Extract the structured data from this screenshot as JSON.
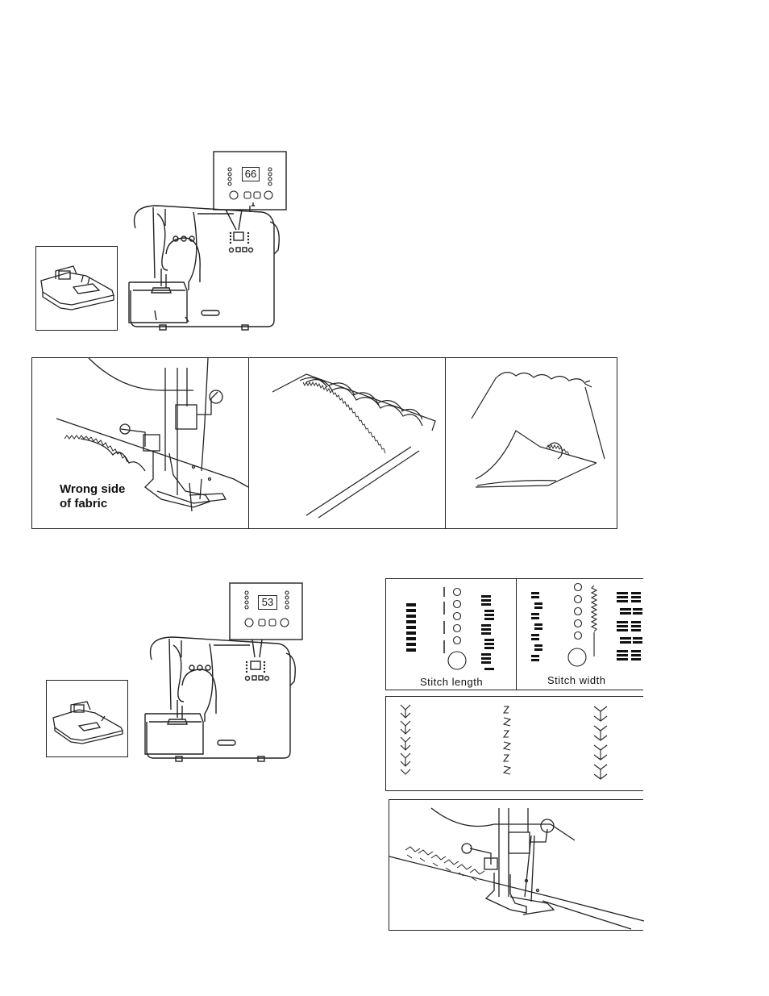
{
  "figure1": {
    "display_number": "66"
  },
  "figure2": {
    "label_line1": "Wrong side",
    "label_line2": "of fabric"
  },
  "figure3": {
    "display_number": "53",
    "stitch_length_label": "Stitch length",
    "stitch_width_label": "Stitch width"
  },
  "icons": {
    "presser_foot_1": "satin-foot-icon",
    "presser_foot_2": "zigzag-foot-icon",
    "machine": "sewing-machine-icon"
  }
}
